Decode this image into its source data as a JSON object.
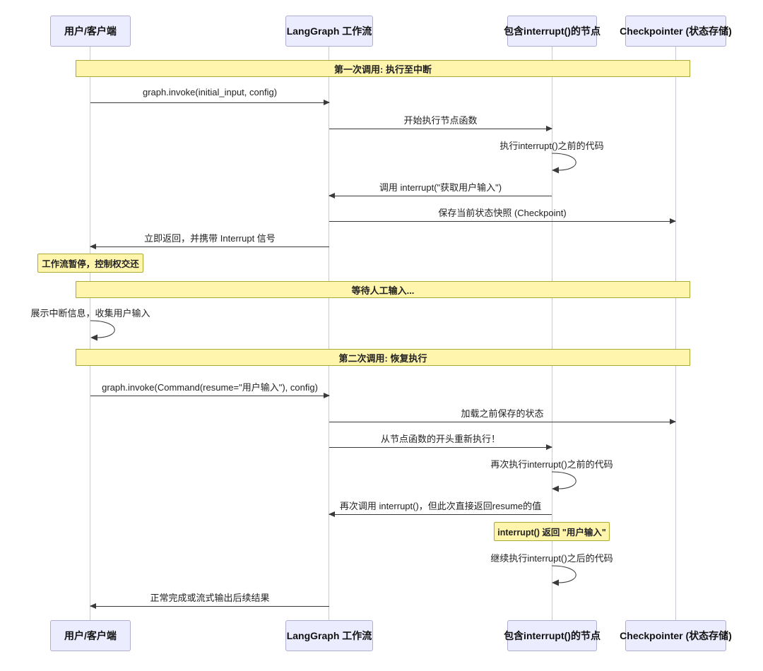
{
  "diagram": {
    "type": "sequence",
    "actors": [
      {
        "name": "用户/客户端"
      },
      {
        "name": "LangGraph 工作流"
      },
      {
        "name": "包含interrupt()的节点"
      },
      {
        "name": "Checkpointer (状态存储)"
      }
    ],
    "sections": [
      {
        "label": "第一次调用: 执行至中断"
      },
      {
        "label": "等待人工输入..."
      },
      {
        "label": "第二次调用: 恢复执行"
      }
    ],
    "messages": [
      {
        "from": "用户/客户端",
        "to": "LangGraph 工作流",
        "label": "graph.invoke(initial_input, config)"
      },
      {
        "from": "LangGraph 工作流",
        "to": "包含interrupt()的节点",
        "label": "开始执行节点函数"
      },
      {
        "from": "包含interrupt()的节点",
        "to": "LangGraph 工作流",
        "label": "调用 interrupt(\"获取用户输入\")"
      },
      {
        "from": "LangGraph 工作流",
        "to": "Checkpointer (状态存储)",
        "label": "保存当前状态快照 (Checkpoint)"
      },
      {
        "from": "LangGraph 工作流",
        "to": "用户/客户端",
        "label": "立即返回，并携带 Interrupt 信号"
      },
      {
        "from": "用户/客户端",
        "to": "LangGraph 工作流",
        "label": "graph.invoke(Command(resume=\"用户输入\"), config)"
      },
      {
        "from": "LangGraph 工作流",
        "to": "Checkpointer (状态存储)",
        "label": "加载之前保存的状态"
      },
      {
        "from": "LangGraph 工作流",
        "to": "包含interrupt()的节点",
        "label": "从节点函数的开头重新执行！"
      },
      {
        "from": "包含interrupt()的节点",
        "to": "LangGraph 工作流",
        "label": "再次调用 interrupt()，但此次直接返回resume的值"
      },
      {
        "from": "LangGraph 工作流",
        "to": "用户/客户端",
        "label": "正常完成或流式输出后续结果"
      }
    ],
    "self_messages": [
      {
        "over": "包含interrupt()的节点",
        "label": "执行interrupt()之前的代码"
      },
      {
        "over": "用户/客户端",
        "label": "展示中断信息，收集用户输入"
      },
      {
        "over": "包含interrupt()的节点",
        "label": "再次执行interrupt()之前的代码"
      },
      {
        "over": "包含interrupt()的节点",
        "label": "继续执行interrupt()之后的代码"
      }
    ],
    "notes": [
      {
        "over": "用户/客户端",
        "label": "工作流暂停，控制权交还"
      },
      {
        "over": "包含interrupt()的节点",
        "label": "interrupt() 返回 \"用户输入\""
      }
    ],
    "colors": {
      "actor_fill": "#ECECFF",
      "actor_border": "#AEAED6",
      "note_fill": "#FFF5AD",
      "note_border": "#AAAA33",
      "line": "#3A3A3A"
    }
  }
}
